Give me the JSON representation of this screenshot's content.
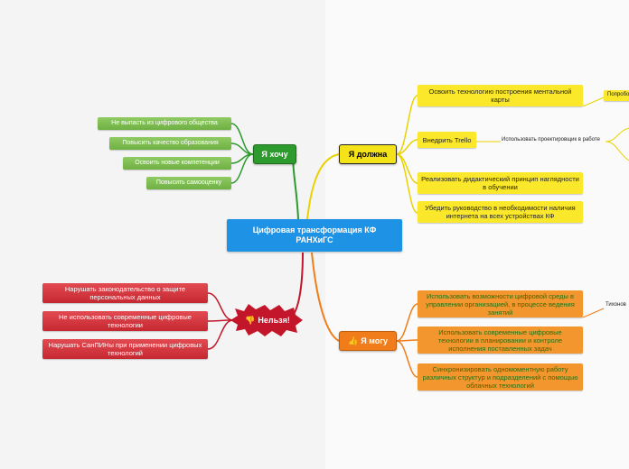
{
  "central": {
    "label": "Цифровая трансформация КФ РАНХиГС"
  },
  "must": {
    "label": "Я должна",
    "items": [
      {
        "label": "Освоить технологию построения ментальной карты",
        "detail": "Попробовать"
      },
      {
        "label": "Внедрить Trello",
        "detail": "Использовать проектировщик в работе"
      },
      {
        "label": "Реализовать дидактический принцип наглядности в обучении"
      },
      {
        "label": "Убедить руководство в необходимости наличия интернета на всех устройствах КФ"
      }
    ]
  },
  "want": {
    "label": "Я хочу",
    "items": [
      {
        "label": "Не выпасть из цифрового общества"
      },
      {
        "label": "Повысить качество образования"
      },
      {
        "label": "Освоить новые компетенции"
      },
      {
        "label": "Повысить самооценку"
      }
    ]
  },
  "forbidden": {
    "label": "Нельзя!",
    "icon": "thumbs-down-icon",
    "items": [
      {
        "label": "Нарушать законодательство о защите персональных данных"
      },
      {
        "label": "Не использовать современные цифровые технологии"
      },
      {
        "label": "Нарушать СанПИНы при применении цифровых технологий"
      }
    ]
  },
  "can": {
    "label": "Я могу",
    "icon": "thumbs-up-icon",
    "items": [
      {
        "label": "Использовать возможности цифровой среды в управлении организацией, в процессе ведения занятий",
        "detail": "Тихонов"
      },
      {
        "label": "Использовать современные цифровые технологии в планировании и контроле исполнения поставленных задач"
      },
      {
        "label": "Синхронизировать одномоментную работу различных структур и подразделений с помощью облачных технологий"
      }
    ]
  },
  "colors": {
    "central": "#1e93e6",
    "must": "#f5e31a",
    "want": "#2d9a2d",
    "forbidden": "#c4162a",
    "can": "#f07d1a"
  }
}
